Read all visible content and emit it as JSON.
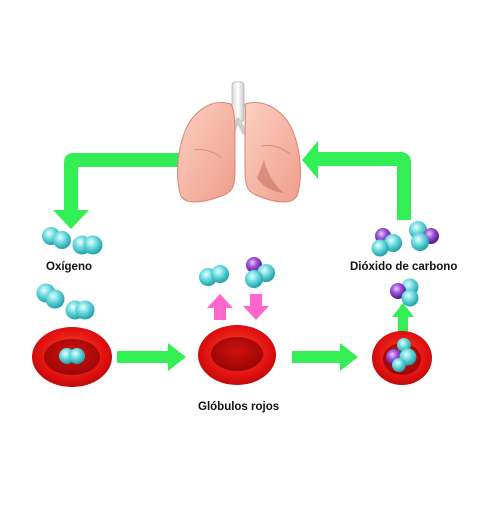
{
  "labels": {
    "oxygen": "Oxígeno",
    "carbon_dioxide": "Dióxido de carbono",
    "red_blood_cells": "Glóbulos rojos"
  },
  "colors": {
    "arrow_green": "#33ee55",
    "exchange_pink": "#ff66cc",
    "rbc_red": "#e01010",
    "lung_pink": "#f7b3a3",
    "oxygen_cyan": "#5fd3d8",
    "carbon_purple": "#8a3fc8"
  },
  "icons": [
    "lungs-icon",
    "oxygen-molecule-icon",
    "carbon-dioxide-molecule-icon",
    "red-blood-cell-icon"
  ]
}
